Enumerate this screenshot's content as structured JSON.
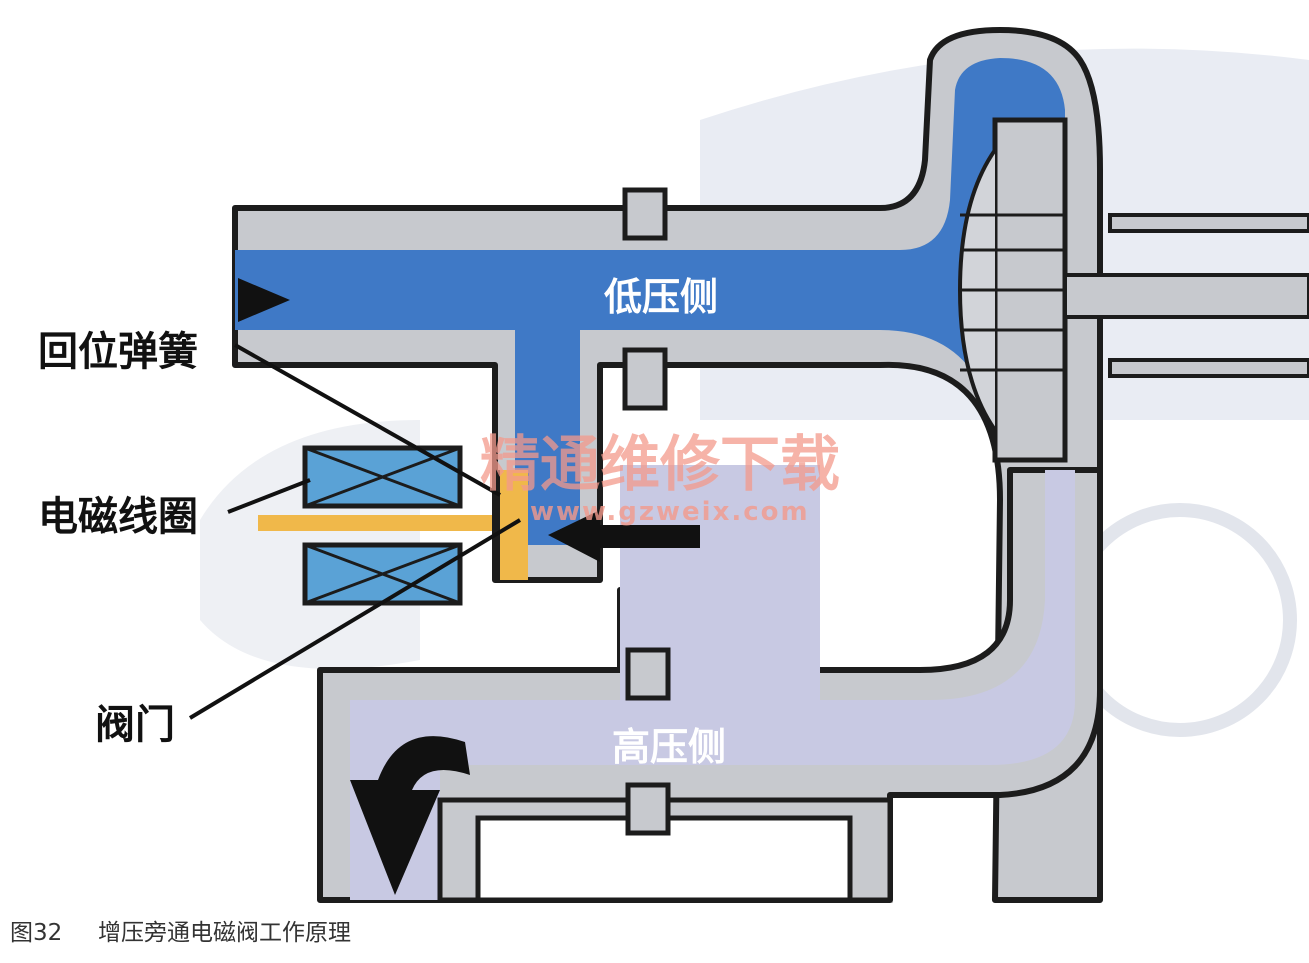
{
  "labels": {
    "spring": "回位弹簧",
    "coil": "电磁线圈",
    "valve": "阀门",
    "low_side": "低压侧",
    "high_side": "高压侧"
  },
  "watermark": {
    "cn": "精通维修下载",
    "url": "www.gzweix.com"
  },
  "caption": {
    "figure_no": "图32",
    "title": "增压旁通电磁阀工作原理"
  },
  "colors": {
    "low_pressure": "#3f79c6",
    "high_pressure": "#c8c9e3",
    "pipe_wall": "#c7c9ce",
    "outline": "#1c1c1c",
    "valve": "#f0b84a",
    "coil": "#5aa2d6",
    "watermark": "#f39a8c"
  }
}
